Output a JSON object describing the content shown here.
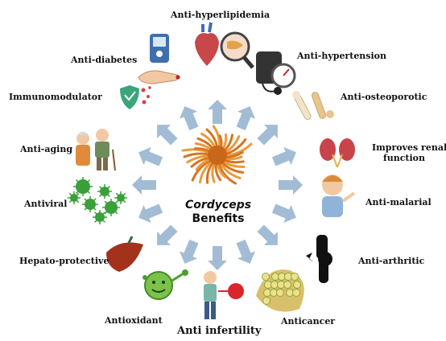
{
  "center": {
    "title": "Cordyceps",
    "subtitle": "Benefits"
  },
  "benefits": {
    "anti_hyperlipidemia": "Anti-hyperlipidemia",
    "anti_hypertension": "Anti-hypertension",
    "anti_osteoporotic": "Anti-osteoporotic",
    "renal_line1": "Improves renal",
    "renal_line2": "function",
    "anti_malarial": "Anti-malarial",
    "anti_arthritic": "Anti-arthritic",
    "anticancer": "Anticancer",
    "anti_infertility": "Anti infertility",
    "antioxidant": "Antioxidant",
    "hepato_protective": "Hepato-protective",
    "antiviral": "Antiviral",
    "anti_aging": "Anti-aging",
    "immunomodulator": "Immunomodulator",
    "anti_diabetes": "Anti-diabetes"
  },
  "colors": {
    "arrow": "#a3bcd6",
    "cordyceps": "#d9741f",
    "virus": "#3aa03a",
    "liver": "#a3311c",
    "kidney": "#c9444a"
  }
}
